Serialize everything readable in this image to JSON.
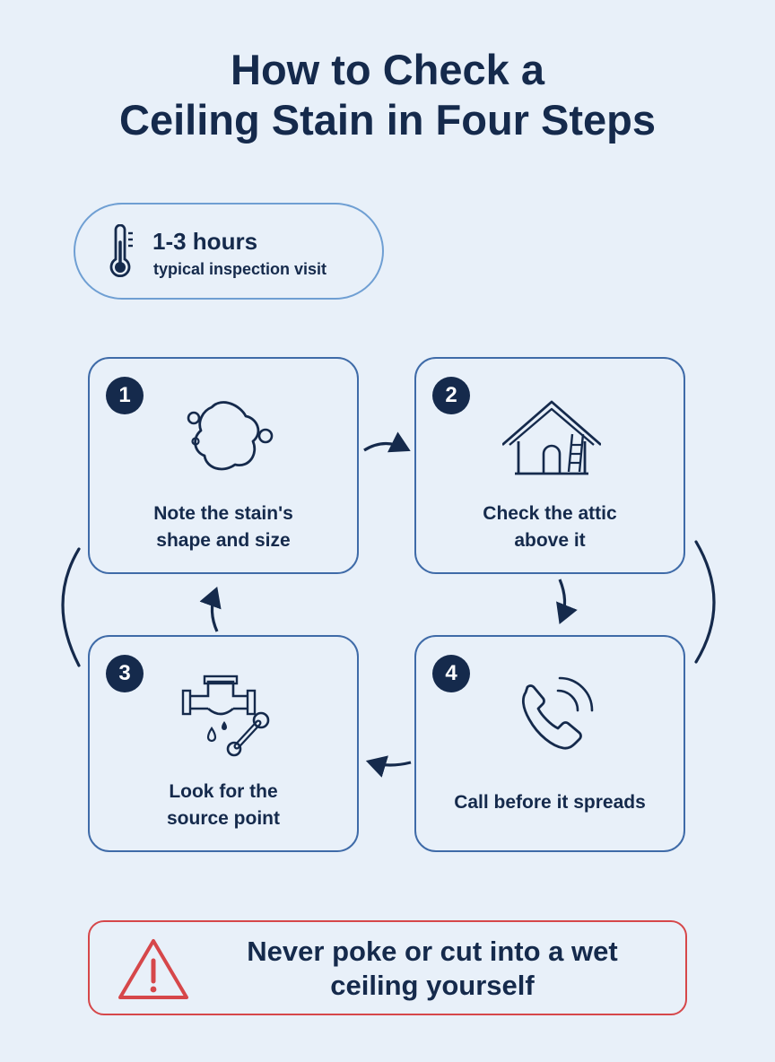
{
  "title": {
    "line1": "How to Check a",
    "line2": "Ceiling Stain in Four Steps"
  },
  "duration": {
    "value": "1-3 hours",
    "caption": "typical inspection visit",
    "icon": "thermometer-icon"
  },
  "steps": [
    {
      "number": "1",
      "line1": "Note the stain's",
      "line2": "shape and size",
      "icon": "stain-splotch-icon"
    },
    {
      "number": "2",
      "line1": "Check the attic",
      "line2": "above it",
      "icon": "attic-house-ladder-icon"
    },
    {
      "number": "3",
      "line1": "Look for the",
      "line2": "source point",
      "icon": "leaking-pipe-wrench-icon"
    },
    {
      "number": "4",
      "line1": "Call before it spreads",
      "line2": "",
      "icon": "phone-call-icon"
    }
  ],
  "warning": {
    "line1": "Never poke or cut into a wet",
    "line2": "ceiling yourself",
    "icon": "warning-triangle-icon"
  },
  "colors": {
    "background": "#e8f0f9",
    "navy": "#152a4c",
    "card_border": "#3f6ba8",
    "pill_border": "#6f9fd3",
    "warning_red": "#d6474a"
  }
}
